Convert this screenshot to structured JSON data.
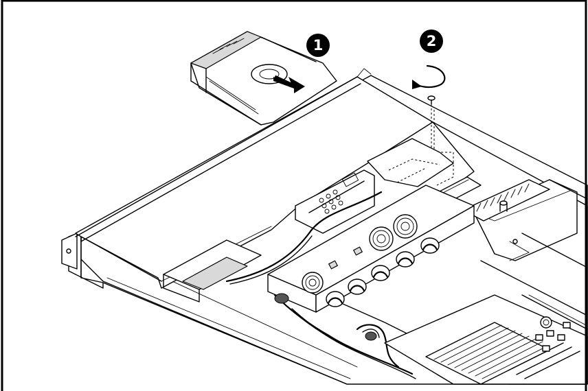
{
  "callouts": [
    {
      "label": "1"
    },
    {
      "label": "2"
    }
  ],
  "icons": {
    "callout_1": "step-callout-circle",
    "callout_2": "step-callout-circle",
    "rotate": "counterclockwise-rotation-arrow",
    "push": "push-direction-arrow",
    "screw": "screw"
  },
  "colors": {
    "line": "#000000",
    "background": "#ffffff"
  }
}
